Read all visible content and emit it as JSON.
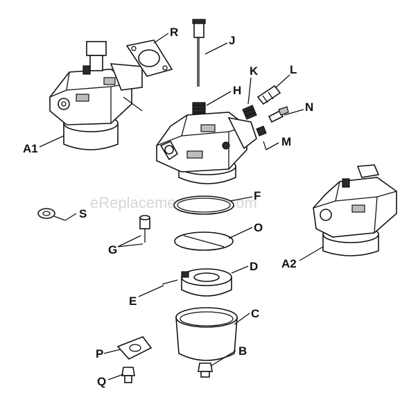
{
  "watermark": "eReplacementParts.com",
  "labels": {
    "R": "R",
    "J": "J",
    "K": "K",
    "L": "L",
    "H": "H",
    "N": "N",
    "M": "M",
    "A1": "A1",
    "F": "F",
    "S": "S",
    "O": "O",
    "G": "G",
    "A2": "A2",
    "D": "D",
    "E": "E",
    "C": "C",
    "P": "P",
    "B": "B",
    "Q": "Q"
  }
}
